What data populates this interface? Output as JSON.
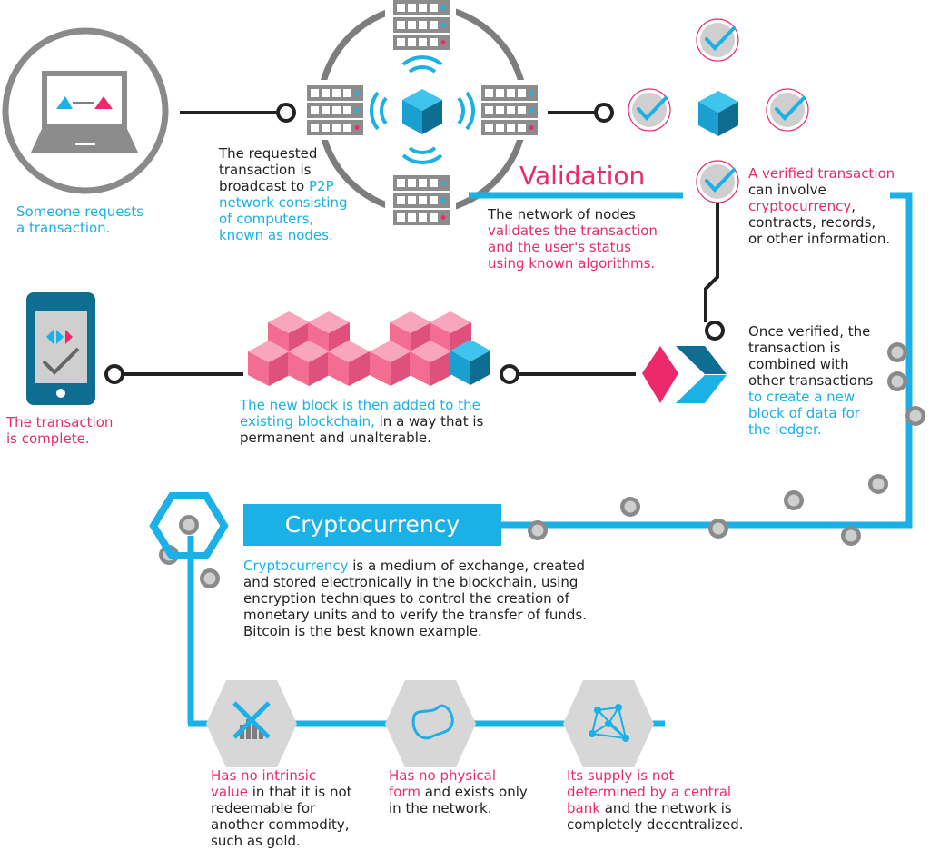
{
  "colors": {
    "blue": "#1bb0e6",
    "pink": "#ec2a6b",
    "gray": "#8a8a8a",
    "dark_blue": "#0e6e91",
    "text": "#222222"
  },
  "icons": {
    "laptop": "laptop-icon",
    "server": "server-icon",
    "cube": "cube-icon",
    "check": "check-icon",
    "phone": "phone-icon",
    "blockchain": "blockchain-blocks-icon",
    "merge": "merge-arrow-icon",
    "crypto_no_value": "falling-chart-icon",
    "crypto_no_form": "map-shape-icon",
    "crypto_decentralized": "network-nodes-icon"
  },
  "step1": {
    "line1": "Someone requests",
    "line2": "a transaction."
  },
  "step2": {
    "l1": "The requested",
    "l2": "transaction is",
    "l3a": "broadcast to ",
    "l3b": "P2P",
    "l4": "network consisting",
    "l5": "of computers,",
    "l6": "known as nodes."
  },
  "validation": {
    "title": "Validation",
    "l1": "The network of nodes",
    "l2": "validates the transaction",
    "l3": "and the user's status",
    "l4": "using known algorithms."
  },
  "verified": {
    "l1": "A verified transaction",
    "l2": "can involve",
    "l3a": "cryptocurrency",
    "l3b": ",",
    "l4": "contracts, records,",
    "l5": "or other information."
  },
  "combine": {
    "l1": "Once verified, the",
    "l2": "transaction is",
    "l3": "combined with",
    "l4": "other transactions",
    "l5": "to create a new",
    "l6": "block of data for",
    "l7": "the ledger."
  },
  "block_added": {
    "l1": "The new block is then added to the",
    "l2a": "existing blockchain,",
    "l2b": " in a way that is",
    "l3": "permanent and unalterable."
  },
  "complete": {
    "l1": "The transaction",
    "l2": "is complete."
  },
  "crypto": {
    "title": "Cryptocurrency",
    "l1a": "Cryptocurrency",
    "l1b": " is a medium of exchange, created",
    "l2": "and stored electronically in the blockchain, using",
    "l3": "encryption techniques to control the creation of",
    "l4": "monetary units and to verify the transfer of funds.",
    "l5": "Bitcoin is the best known example."
  },
  "fact1": {
    "l1": "Has no intrinsic",
    "l2a": "value",
    "l2b": " in that it is not",
    "l3": "redeemable for",
    "l4": "another commodity,",
    "l5": "such as gold."
  },
  "fact2": {
    "l1": "Has no physical",
    "l2a": "form",
    "l2b": " and exists only",
    "l3": "in the network."
  },
  "fact3": {
    "l1": "Its supply is not",
    "l2": "determined by a central",
    "l3a": "bank",
    "l3b": " and the network is",
    "l4": "completely decentralized."
  }
}
